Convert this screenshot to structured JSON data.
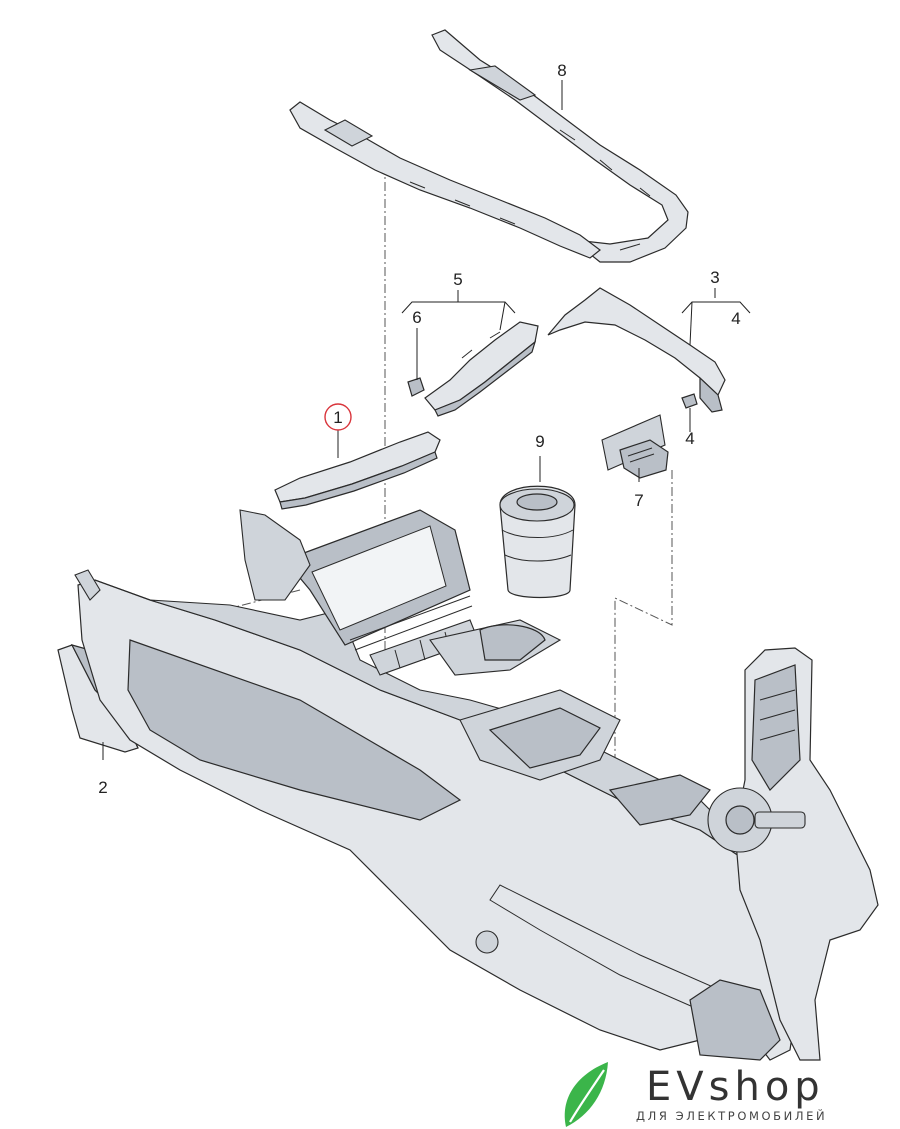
{
  "callouts": {
    "c1": "1",
    "c2": "2",
    "c3": "3",
    "c4a": "4",
    "c4b": "4",
    "c5": "5",
    "c6": "6",
    "c7": "7",
    "c8": "8",
    "c9": "9"
  },
  "highlight_color": "#d9343b",
  "logo": {
    "brand": "EVshop",
    "tagline": "ДЛЯ ЭЛЕКТРОМОБИЛЕЙ",
    "leaf_color": "#3bb54a"
  }
}
